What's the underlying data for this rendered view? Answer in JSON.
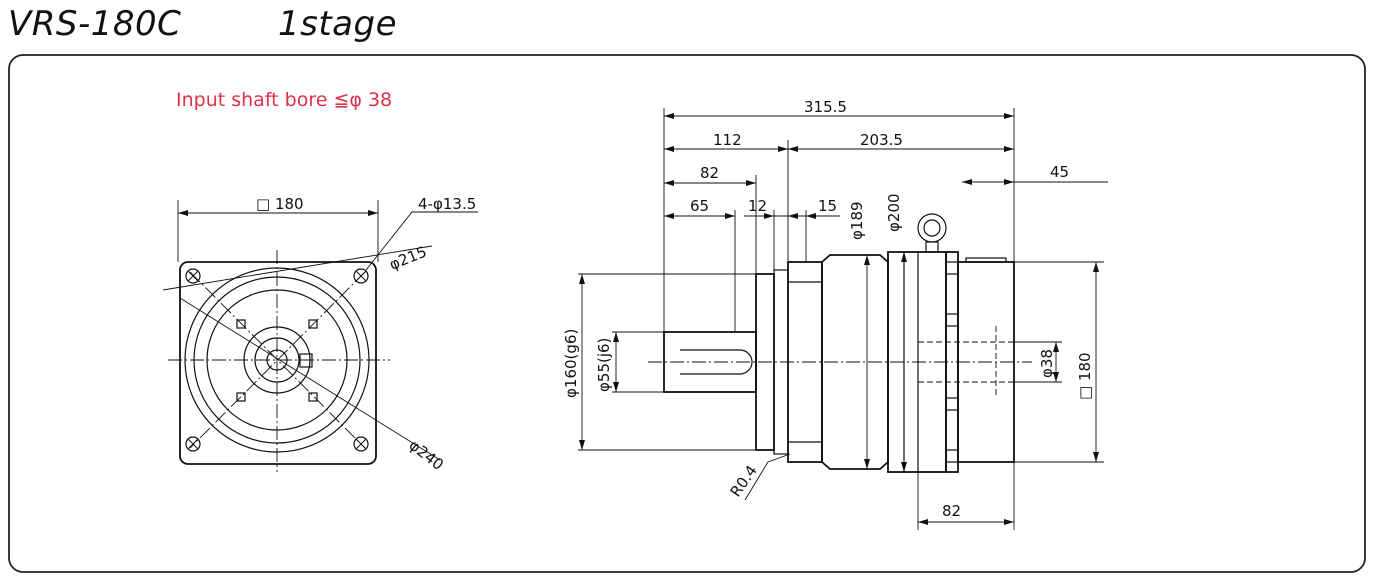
{
  "header": {
    "model": "VRS-180C",
    "stage": "1stage"
  },
  "note": "Input shaft bore ≦φ 38",
  "colors": {
    "note": "#e0304a",
    "line": "#111111",
    "frame": "#222222"
  },
  "front_view": {
    "square": "□ 180",
    "holes": "4-φ13.5",
    "pcd": "φ215",
    "outer": "φ240"
  },
  "side_view": {
    "overall": "315.5",
    "flange_to_motor": "112",
    "body": "203.5",
    "shaft": "82",
    "key": "65",
    "flange_t": "12",
    "step": "15",
    "d189": "φ189",
    "d200": "φ200",
    "adapter": "45",
    "pilot": "φ160(g6)",
    "shaft_d": "φ55(j6)",
    "bore": "φ38",
    "motor_sq": "□ 180",
    "radius": "R0.4",
    "adapter_len": "82"
  }
}
